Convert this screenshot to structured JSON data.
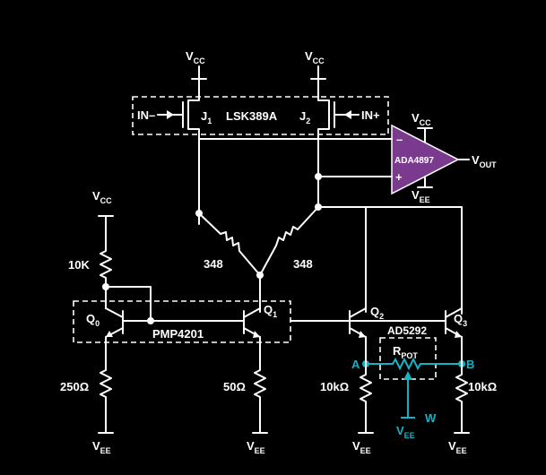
{
  "labels": {
    "vcc": "V",
    "cc": "CC",
    "vee": "V",
    "ee": "EE",
    "in_minus": "IN–",
    "in_plus": "IN+",
    "j": "J",
    "j1_sub": "1",
    "j2_sub": "2",
    "lsk389a": "LSK389A",
    "ada4897": "ADA4897",
    "vout": "V",
    "out": "OUT",
    "minus": "–",
    "plus": "+",
    "r348_left": "348",
    "r348_right": "348",
    "r10k": "10K",
    "r250": "250Ω",
    "r50": "50Ω",
    "r10k_left": "10kΩ",
    "r10k_right": "10kΩ",
    "q": "Q",
    "q0_sub": "0",
    "q1_sub": "1",
    "q2_sub": "2",
    "q3_sub": "3",
    "pmp4201": "PMP4201",
    "ad5292": "AD5292",
    "rpot": "R",
    "pot": "POT",
    "a": "A",
    "b": "B",
    "w": "W"
  },
  "colors": {
    "background": "#000000",
    "wire": "#ffffff",
    "digipot": "#17b3c4",
    "opamp_fill": "#7a3b8f"
  }
}
